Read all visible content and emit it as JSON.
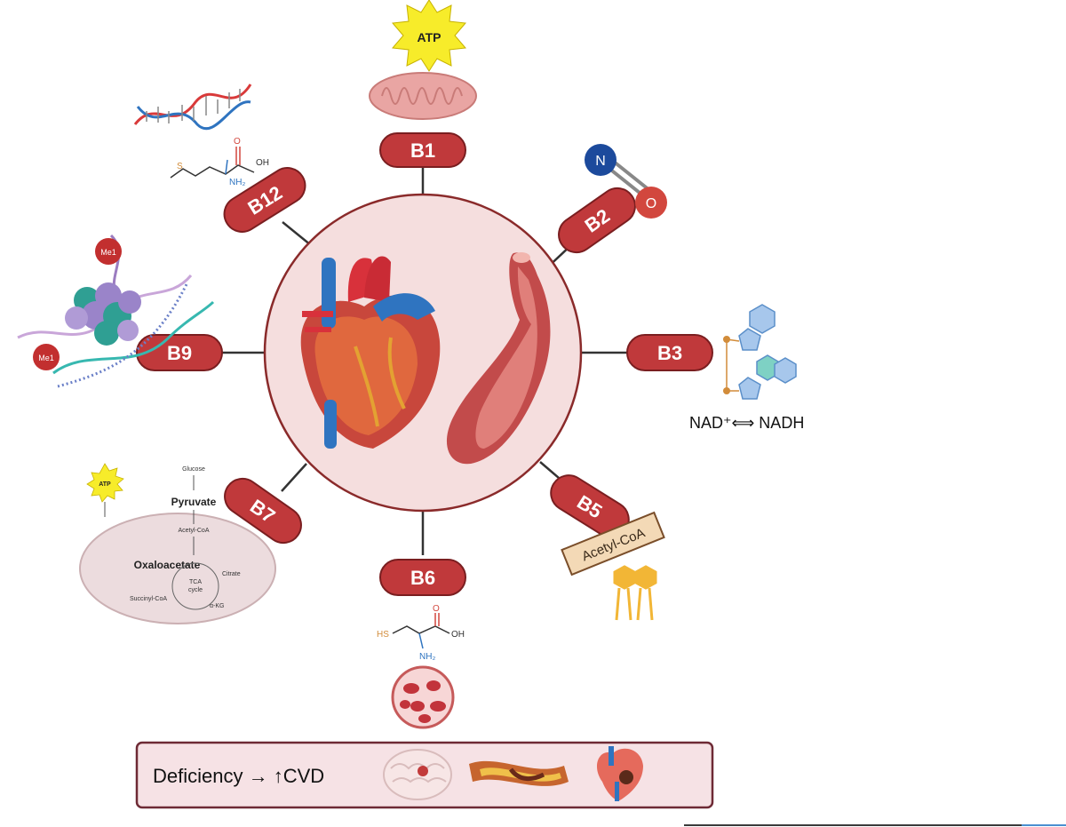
{
  "vitamins": {
    "b1": "B1",
    "b2": "B2",
    "b3": "B3",
    "b5": "B5",
    "b6": "B6",
    "b7": "B7",
    "b9": "B9",
    "b12": "B12"
  },
  "b1_panel": {
    "atp": "ATP"
  },
  "b2_panel": {
    "n": "N",
    "o": "O"
  },
  "b3_panel": {
    "nad": "NAD⁺⟺ NADH"
  },
  "b5_panel": {
    "acetyl_coa": "Acetyl-CoA"
  },
  "b6_panel": {
    "hs": "HS",
    "oh": "OH",
    "o": "O",
    "nh2": "NH₂"
  },
  "b7_panel": {
    "atp": "ATP",
    "glucose": "Glucose",
    "pyruvate": "Pyruvate",
    "acetyl_coa": "Acetyl-CoA",
    "oxaloacetate": "Oxaloacetate",
    "citrate": "Citrate",
    "tca": "TCA",
    "cycle": "cycle",
    "succinyl_coa": "Succinyl-CoA",
    "ketoglutarate": "α-KG"
  },
  "b9_panel": {
    "me_top": "Me1",
    "me_bottom": "Me1"
  },
  "b12_panel": {
    "o": "O",
    "oh": "OH",
    "s": "S",
    "nh2": "NH₂"
  },
  "footer": {
    "text": "Deficiency → ↑CVD"
  },
  "colors": {
    "pill": "#c0393b",
    "circle_fill": "#f5dede",
    "circle_stroke": "#8a2a2a",
    "footer_fill": "#f6e2e5",
    "footer_stroke": "#6e2a35"
  }
}
